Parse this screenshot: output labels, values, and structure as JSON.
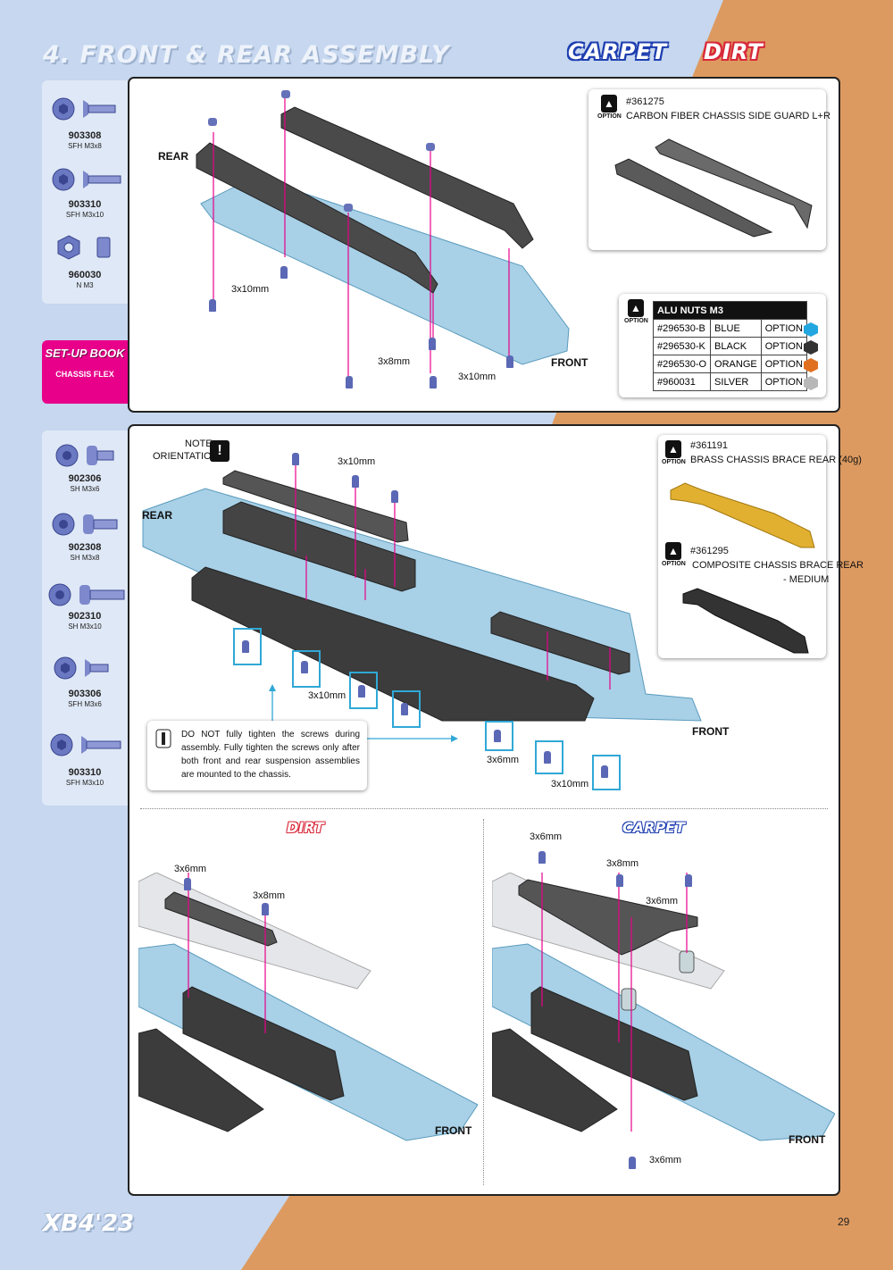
{
  "header": {
    "title": "4. FRONT & REAR ASSEMBLY",
    "badge_carpet": "CARPET",
    "badge_dirt": "DIRT"
  },
  "colors": {
    "accent_blue": "#2b3fb0",
    "accent_red": "#d8283a",
    "orange_bg": "#dd9a60",
    "blue_bg": "#c6d7ef",
    "magenta": "#e8008a",
    "cyan": "#30a8d6"
  },
  "top_parts": [
    {
      "code": "903308",
      "desc": "SFH M3x8"
    },
    {
      "code": "903310",
      "desc": "SFH M3x10"
    },
    {
      "code": "960030",
      "desc": "N M3"
    }
  ],
  "setup_book": {
    "title": "SET-UP BOOK",
    "subtitle": "CHASSIS FLEX"
  },
  "step1": {
    "rear_label": "REAR",
    "front_label": "FRONT",
    "screw_labels": [
      "3x10mm",
      "3x8mm",
      "3x10mm"
    ],
    "option1": {
      "tag": "OPTION",
      "part": "#361275",
      "desc": "CARBON FIBER CHASSIS SIDE GUARD L+R"
    },
    "option2": {
      "tag": "OPTION",
      "title": "ALU NUTS M3",
      "rows": [
        [
          "#296530-B",
          "BLUE",
          "OPTION"
        ],
        [
          "#296530-K",
          "BLACK",
          "OPTION"
        ],
        [
          "#296530-O",
          "ORANGE",
          "OPTION"
        ],
        [
          "#960031",
          "SILVER",
          "OPTION"
        ]
      ]
    }
  },
  "bottom_parts": [
    {
      "code": "902306",
      "desc": "SH M3x6"
    },
    {
      "code": "902308",
      "desc": "SH M3x8"
    },
    {
      "code": "902310",
      "desc": "SH M3x10"
    },
    {
      "code": "903306",
      "desc": "SFH M3x6"
    },
    {
      "code": "903310",
      "desc": "SFH M3x10"
    }
  ],
  "step2": {
    "note_line1": "NOTE",
    "note_line2": "ORIENTATION",
    "rear_label": "REAR",
    "front_label": "FRONT",
    "screw_labels": [
      "3x10mm",
      "3x10mm",
      "3x6mm",
      "3x10mm"
    ],
    "tip": "DO NOT fully tighten the screws during assembly. Fully tighten the screws only after both front and rear suspension assemblies are mounted to the chassis.",
    "option1": {
      "tag": "OPTION",
      "part": "#361191",
      "desc": "BRASS CHASSIS BRACE REAR (40g)"
    },
    "option2": {
      "tag": "OPTION",
      "part": "#361295",
      "desc_line1": "COMPOSITE CHASSIS BRACE REAR",
      "desc_line2": "- MEDIUM"
    }
  },
  "dirt_section": {
    "badge": "DIRT",
    "screw_labels": [
      "3x6mm",
      "3x8mm"
    ],
    "front_label": "FRONT"
  },
  "carpet_section": {
    "badge": "CARPET",
    "screw_labels": [
      "3x6mm",
      "3x8mm",
      "3x6mm",
      "3x6mm"
    ],
    "front_label": "FRONT"
  },
  "footer": {
    "logo": "XB4'23",
    "page_number": "29"
  }
}
